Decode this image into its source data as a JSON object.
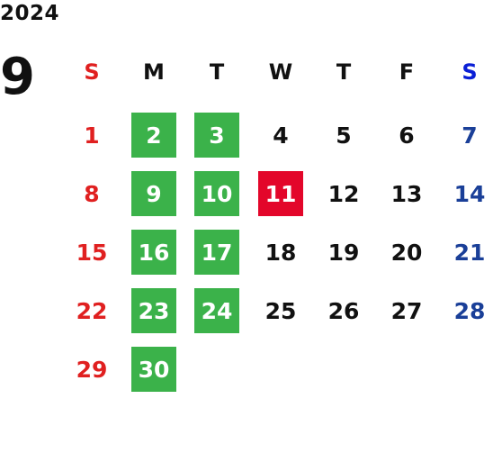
{
  "calendar": {
    "year": "2024",
    "month": "9",
    "weekdays": [
      "S",
      "M",
      "T",
      "W",
      "T",
      "F",
      "S"
    ],
    "colors": {
      "sunday": "#e02020",
      "saturday": "#1a3f98",
      "saturday_header": "#0a1fd6",
      "highlight_green": "#3bb24a",
      "highlight_red": "#e3062a"
    },
    "weeks": [
      [
        {
          "day": "1",
          "highlight": ""
        },
        {
          "day": "2",
          "highlight": "green"
        },
        {
          "day": "3",
          "highlight": "green"
        },
        {
          "day": "4",
          "highlight": ""
        },
        {
          "day": "5",
          "highlight": ""
        },
        {
          "day": "6",
          "highlight": ""
        },
        {
          "day": "7",
          "highlight": ""
        }
      ],
      [
        {
          "day": "8",
          "highlight": ""
        },
        {
          "day": "9",
          "highlight": "green"
        },
        {
          "day": "10",
          "highlight": "green"
        },
        {
          "day": "11",
          "highlight": "red"
        },
        {
          "day": "12",
          "highlight": ""
        },
        {
          "day": "13",
          "highlight": ""
        },
        {
          "day": "14",
          "highlight": ""
        }
      ],
      [
        {
          "day": "15",
          "highlight": ""
        },
        {
          "day": "16",
          "highlight": "green"
        },
        {
          "day": "17",
          "highlight": "green"
        },
        {
          "day": "18",
          "highlight": ""
        },
        {
          "day": "19",
          "highlight": ""
        },
        {
          "day": "20",
          "highlight": ""
        },
        {
          "day": "21",
          "highlight": ""
        }
      ],
      [
        {
          "day": "22",
          "highlight": ""
        },
        {
          "day": "23",
          "highlight": "green"
        },
        {
          "day": "24",
          "highlight": "green"
        },
        {
          "day": "25",
          "highlight": ""
        },
        {
          "day": "26",
          "highlight": ""
        },
        {
          "day": "27",
          "highlight": ""
        },
        {
          "day": "28",
          "highlight": ""
        }
      ],
      [
        {
          "day": "29",
          "highlight": ""
        },
        {
          "day": "30",
          "highlight": "green"
        }
      ]
    ]
  }
}
